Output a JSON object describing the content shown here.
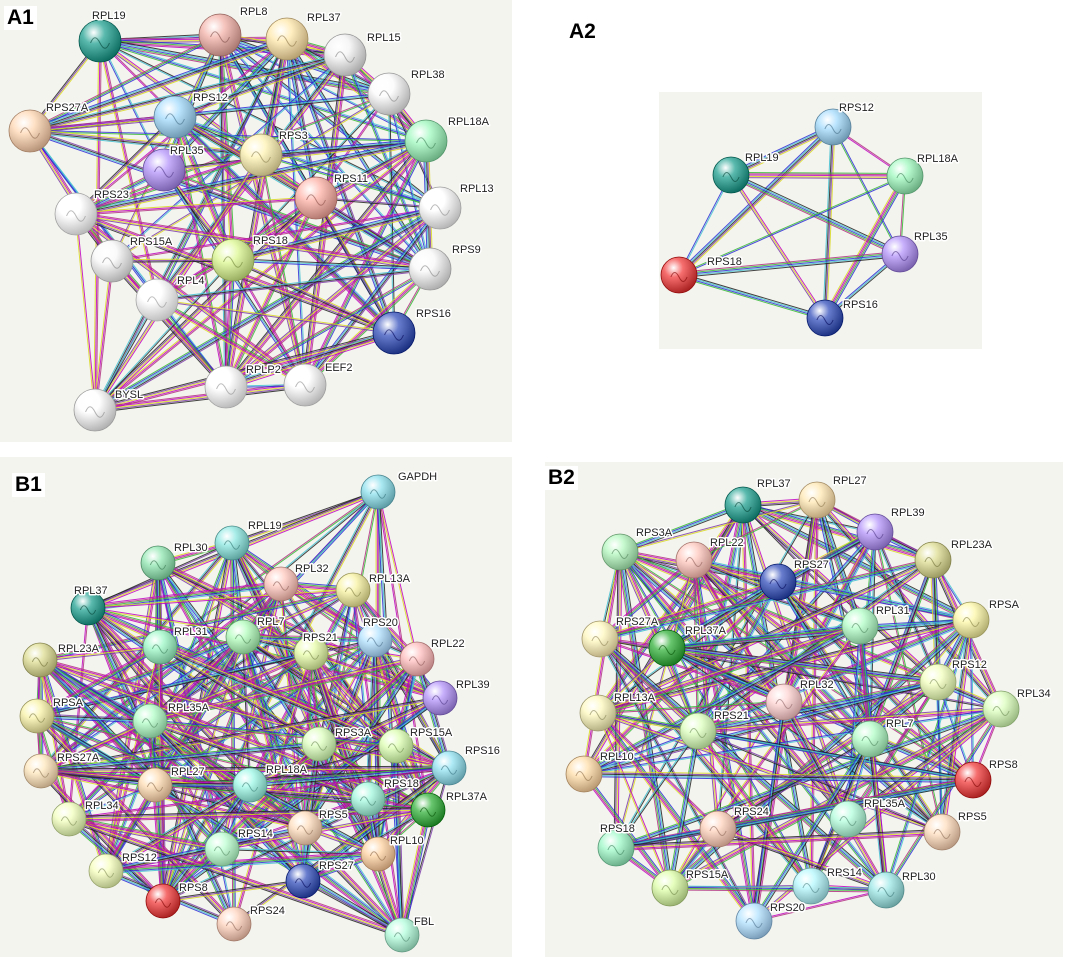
{
  "panels": {
    "A1": {
      "label": "A1",
      "nodes": [
        {
          "id": "RPL19",
          "color": "#3d9c90"
        },
        {
          "id": "RPL8",
          "color": "#d8a7a0"
        },
        {
          "id": "RPL37",
          "color": "#e6d0a2"
        },
        {
          "id": "RPL15",
          "color": "#d8d8d8"
        },
        {
          "id": "RPL38",
          "color": "#dedede"
        },
        {
          "id": "RPS27A",
          "color": "#e6c3a8"
        },
        {
          "id": "RPS12",
          "color": "#9cc6e0"
        },
        {
          "id": "RPL18A",
          "color": "#98dcb0"
        },
        {
          "id": "RPL35",
          "color": "#a991de"
        },
        {
          "id": "RPS3",
          "color": "#e2d8a8"
        },
        {
          "id": "RPS11",
          "color": "#e2a8a0"
        },
        {
          "id": "RPL13",
          "color": "#e4e4e4"
        },
        {
          "id": "RPS23",
          "color": "#e8e8e8"
        },
        {
          "id": "RPS15A",
          "color": "#dcdcdc"
        },
        {
          "id": "RPS18",
          "color": "#c8dc90"
        },
        {
          "id": "RPS9",
          "color": "#dcdcdc"
        },
        {
          "id": "RPL4",
          "color": "#ececec"
        },
        {
          "id": "RPS16",
          "color": "#4b5fb0"
        },
        {
          "id": "BYSL",
          "color": "#e0e0e0"
        },
        {
          "id": "RPLP2",
          "color": "#e8e8e8"
        },
        {
          "id": "EEF2",
          "color": "#e4e4e4"
        }
      ]
    },
    "A2": {
      "label": "A2",
      "nodes": [
        {
          "id": "RPS12",
          "color": "#9cc6e0"
        },
        {
          "id": "RPL19",
          "color": "#3d9c90"
        },
        {
          "id": "RPL18A",
          "color": "#98dcb0"
        },
        {
          "id": "RPL35",
          "color": "#a991de"
        },
        {
          "id": "RPS18",
          "color": "#d85050"
        },
        {
          "id": "RPS16",
          "color": "#4b5fb0"
        }
      ]
    },
    "B1": {
      "label": "B1",
      "nodes": [
        {
          "id": "GAPDH",
          "color": "#8ccad4"
        },
        {
          "id": "RPL19",
          "color": "#8cd0cc"
        },
        {
          "id": "RPL30",
          "color": "#90d0a8"
        },
        {
          "id": "RPL32",
          "color": "#e8b8b0"
        },
        {
          "id": "RPL13A",
          "color": "#dcd89c"
        },
        {
          "id": "RPL37",
          "color": "#3d9c90"
        },
        {
          "id": "RPS20",
          "color": "#a8cce8"
        },
        {
          "id": "RPL7",
          "color": "#a8e0b0"
        },
        {
          "id": "RPS21",
          "color": "#d0e0a0"
        },
        {
          "id": "RPL22",
          "color": "#e8b0b0"
        },
        {
          "id": "RPL23A",
          "color": "#c8c890"
        },
        {
          "id": "RPL31",
          "color": "#98dcb8"
        },
        {
          "id": "RPL39",
          "color": "#a991de"
        },
        {
          "id": "RPSA",
          "color": "#dcd8a0"
        },
        {
          "id": "RPL35A",
          "color": "#a8e0b8"
        },
        {
          "id": "RPS3A",
          "color": "#c8e8b0"
        },
        {
          "id": "RPS15A",
          "color": "#c8e8a8"
        },
        {
          "id": "RPS16",
          "color": "#90ccd8"
        },
        {
          "id": "RPS27A",
          "color": "#e8d0b0"
        },
        {
          "id": "RPL27",
          "color": "#e8c8a8"
        },
        {
          "id": "RPL18A",
          "color": "#98dcd0"
        },
        {
          "id": "RPS18",
          "color": "#9cdcc8"
        },
        {
          "id": "RPL37A",
          "color": "#4aa850"
        },
        {
          "id": "RPL34",
          "color": "#d8e8b0"
        },
        {
          "id": "RPS5",
          "color": "#e8c8b0"
        },
        {
          "id": "RPL10",
          "color": "#e8c09c"
        },
        {
          "id": "RPS14",
          "color": "#b0e8c0"
        },
        {
          "id": "RPS12",
          "color": "#dce8b0"
        },
        {
          "id": "RPS27",
          "color": "#4b5fb0"
        },
        {
          "id": "RPS8",
          "color": "#d85050"
        },
        {
          "id": "RPS24",
          "color": "#e8c0b0"
        },
        {
          "id": "FBL",
          "color": "#a8e0c8"
        }
      ]
    },
    "B2": {
      "label": "B2",
      "nodes": [
        {
          "id": "RPL37",
          "color": "#3d9c90"
        },
        {
          "id": "RPL27",
          "color": "#e8d0a8"
        },
        {
          "id": "RPL39",
          "color": "#a991de"
        },
        {
          "id": "RPS3A",
          "color": "#a8dcb0"
        },
        {
          "id": "RPL22",
          "color": "#e8b8b0"
        },
        {
          "id": "RPS27",
          "color": "#4b5fb0"
        },
        {
          "id": "RPL23A",
          "color": "#c8c890"
        },
        {
          "id": "RPSA",
          "color": "#e0dca0"
        },
        {
          "id": "RPS27A",
          "color": "#e8dcb0"
        },
        {
          "id": "RPL37A",
          "color": "#4aa850"
        },
        {
          "id": "RPL31",
          "color": "#a8e0b8"
        },
        {
          "id": "RPS12",
          "color": "#d8e8b0"
        },
        {
          "id": "RPL34",
          "color": "#c8e8b0"
        },
        {
          "id": "RPL13A",
          "color": "#e0dcb0"
        },
        {
          "id": "RPL32",
          "color": "#e8c0c0"
        },
        {
          "id": "RPS21",
          "color": "#c8e8b0"
        },
        {
          "id": "RPL7",
          "color": "#a8e0b8"
        },
        {
          "id": "RPL10",
          "color": "#e8c8a0"
        },
        {
          "id": "RPS8",
          "color": "#d85050"
        },
        {
          "id": "RPS24",
          "color": "#e8c0b0"
        },
        {
          "id": "RPL35A",
          "color": "#a8e0c8"
        },
        {
          "id": "RPS5",
          "color": "#e8c8b0"
        },
        {
          "id": "RPS18",
          "color": "#98dcb8"
        },
        {
          "id": "RPS14",
          "color": "#a8dce0"
        },
        {
          "id": "RPS15A",
          "color": "#c8e0a0"
        },
        {
          "id": "RPL30",
          "color": "#98d0d0"
        },
        {
          "id": "RPS20",
          "color": "#a8cce8"
        }
      ]
    }
  },
  "edge_colors": [
    "#2b2bd6",
    "#c000c0",
    "#222222",
    "#33b833",
    "#d8d820",
    "#40c0d0",
    "#b03080",
    "#7a3aa8"
  ]
}
